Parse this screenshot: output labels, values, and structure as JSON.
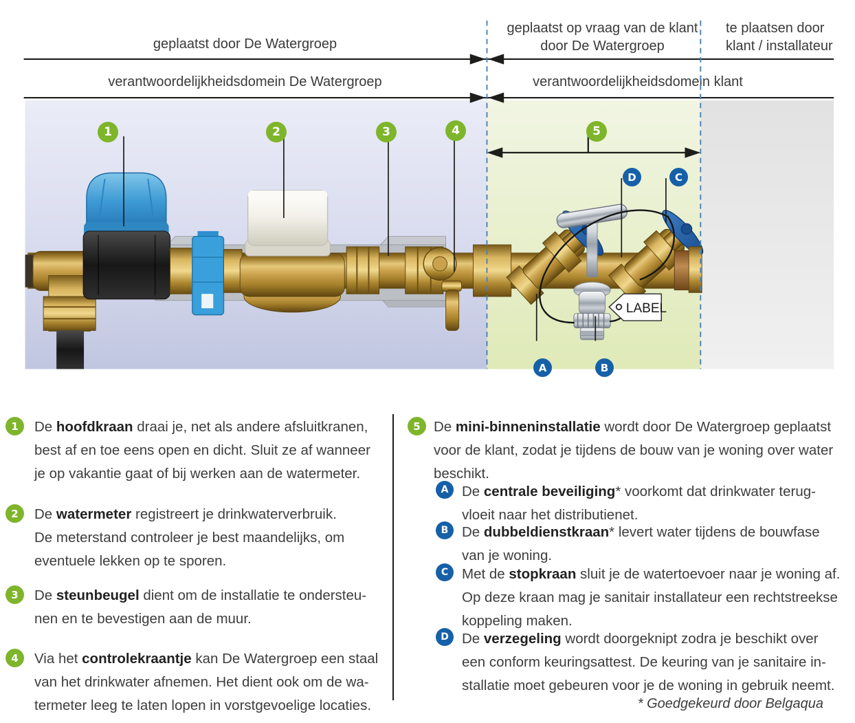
{
  "header": {
    "zone_left_title": "geplaatst door De Watergroep",
    "zone_mid_title": "geplaatst op vraag van de klant\ndoor De Watergroep",
    "zone_right_title": "te plaatsen door\nklant / installateur",
    "domain_left": "verantwoordelijkheidsdomein De Watergroep",
    "domain_right": "verantwoordelijkheidsdomein klant"
  },
  "diagram": {
    "markers": {
      "n1": "1",
      "n2": "2",
      "n3": "3",
      "n4": "4",
      "n5": "5",
      "a": "A",
      "b": "B",
      "c": "C",
      "d": "D"
    },
    "label_tag": "LABEL",
    "colors": {
      "marker_green": "#7eb52b",
      "marker_blue": "#1660a8",
      "dashed_line_blue": "#4a80b8",
      "zone_left_lavender": "#d8dbee",
      "zone_mid_green": "#e9f0cf",
      "zone_right_gray": "#e6e6e6"
    }
  },
  "legend": {
    "items_left": [
      {
        "num": "1",
        "prefix": "De ",
        "term": "hoofdkraan",
        "rest": " draai je, net als andere afsluitkranen,\nbest af en toe eens open en dicht. Sluit ze af wanneer\nje op vakantie gaat of bij werken aan de watermeter."
      },
      {
        "num": "2",
        "prefix": "De ",
        "term": "watermeter",
        "rest": " registreert je drinkwaterverbruik.\nDe meterstand controleer je best maandelijks, om\neventuele lekken op te sporen."
      },
      {
        "num": "3",
        "prefix": "De ",
        "term": "steunbeugel",
        "rest": " dient om de installatie te ondersteu-\nnen en te bevestigen aan de muur."
      },
      {
        "num": "4",
        "prefix": "Via het ",
        "term": "controlekraantje",
        "rest": " kan De Watergroep een staal\nvan het drinkwater afnemen. Het dient ook om de wa-\ntermeter leeg te laten lopen in vorstgevoelige locaties."
      }
    ],
    "item5": {
      "num": "5",
      "prefix": "De ",
      "term": "mini-binneninstallatie",
      "rest": " wordt door De Watergroep geplaatst\nvoor de klant, zodat je tijdens de bouw van je woning over water\nbeschikt."
    },
    "sub_items": [
      {
        "letter": "A",
        "prefix": "De ",
        "term": "centrale beveiliging",
        "rest": "* voorkomt dat drinkwater terug-\nvloeit naar het distributienet."
      },
      {
        "letter": "B",
        "prefix": "De ",
        "term": "dubbeldienstkraan",
        "rest": "* levert water tijdens de bouwfase\nvan je woning."
      },
      {
        "letter": "C",
        "prefix": "Met de ",
        "term": "stopkraan",
        "rest": " sluit je de watertoevoer naar je woning af.\nOp deze kraan mag je sanitair installateur een rechtstreekse\nkoppeling maken."
      },
      {
        "letter": "D",
        "prefix": "De ",
        "term": "verzegeling",
        "rest": " wordt doorgeknipt zodra je beschikt over\neen conform keuringsattest. De keuring van je sanitaire in-\nstallatie moet gebeuren voor je de woning in gebruik neemt."
      }
    ],
    "footnote": "* Goedgekeurd door Belgaqua"
  }
}
